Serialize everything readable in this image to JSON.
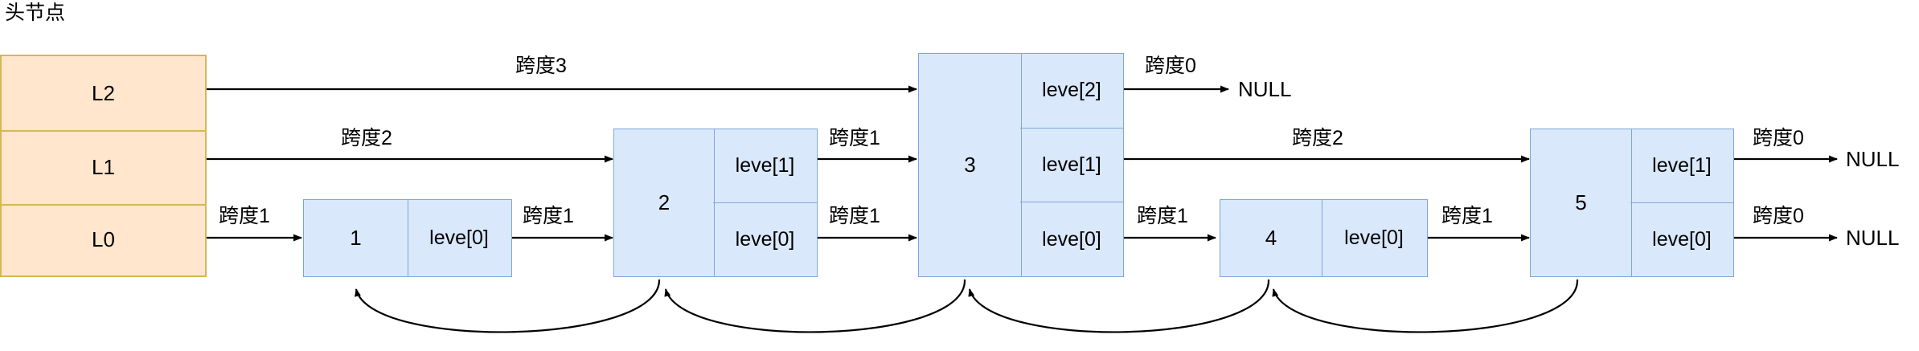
{
  "diagram": {
    "title": "头节点",
    "type": "skip-list",
    "colors": {
      "head_fill": "#ffe6cc",
      "head_stroke": "#d6b656",
      "node_fill": "#dae8fc",
      "node_stroke": "#7ea6d9",
      "arrow": "#000000"
    }
  },
  "head": {
    "label": "头节点",
    "levels": [
      {
        "name": "L2"
      },
      {
        "name": "L1"
      },
      {
        "name": "L0"
      }
    ]
  },
  "nodes": [
    {
      "key": "1",
      "levels": [
        "leve[0]"
      ]
    },
    {
      "key": "2",
      "levels": [
        "leve[1]",
        "leve[0]"
      ]
    },
    {
      "key": "3",
      "levels": [
        "leve[2]",
        "leve[1]",
        "leve[0]"
      ]
    },
    {
      "key": "4",
      "levels": [
        "leve[0]"
      ]
    },
    {
      "key": "5",
      "levels": [
        "leve[1]",
        "leve[0]"
      ]
    }
  ],
  "null_labels": {
    "l2": "NULL",
    "l1": "NULL",
    "l0": "NULL"
  },
  "spans": {
    "head_l2_to_3": "跨度3",
    "head_l1_to_2": "跨度2",
    "head_l0_to_1": "跨度1",
    "n1_l0_to_2": "跨度1",
    "n2_l1_to_3": "跨度1",
    "n2_l0_to_3": "跨度1",
    "n3_l2_to_null": "跨度0",
    "n3_l1_to_5": "跨度2",
    "n3_l0_to_4": "跨度1",
    "n4_l0_to_5": "跨度1",
    "n5_l1_to_null": "跨度0",
    "n5_l0_to_null": "跨度0"
  }
}
